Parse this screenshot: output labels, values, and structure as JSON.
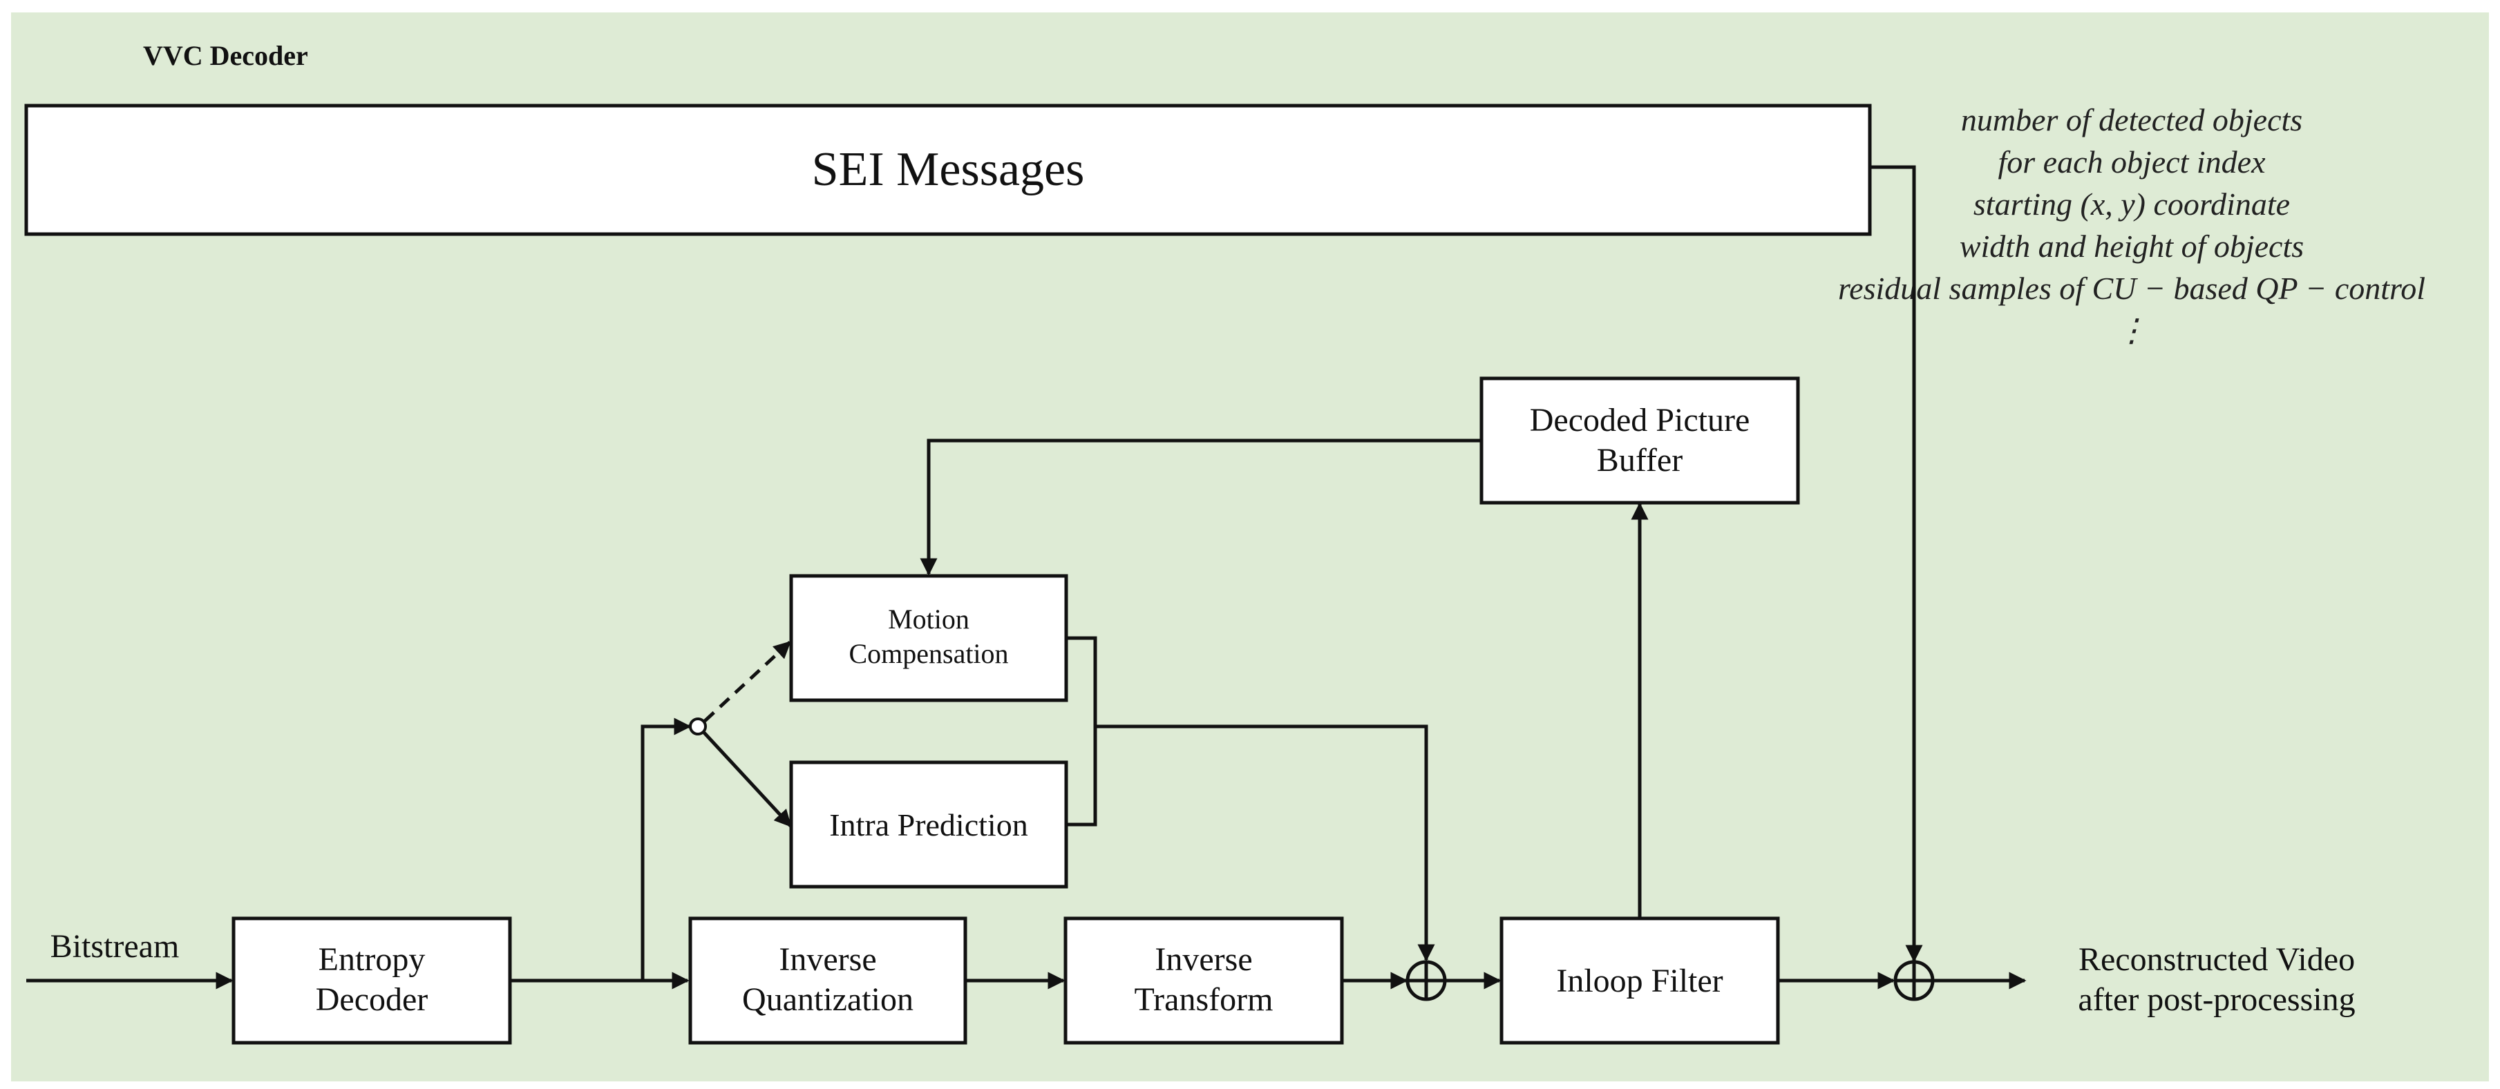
{
  "diagram": {
    "title": "VVC Decoder",
    "sei_box": "SEI Messages",
    "sei_notes": [
      "number of detected objects",
      "for each object index",
      "starting (x, y) coordinate",
      "width and height of objects",
      "residual samples of CU − based QP − control",
      "⋮"
    ],
    "input_label": "Bitstream",
    "output_label_line1": "Reconstructed Video",
    "output_label_line2": "after post-processing",
    "blocks": {
      "entropy_decoder": [
        "Entropy",
        "Decoder"
      ],
      "inverse_quantization": [
        "Inverse",
        "Quantization"
      ],
      "inverse_transform": [
        "Inverse",
        "Transform"
      ],
      "inloop_filter": "Inloop Filter",
      "decoded_picture_buffer": [
        "Decoded Picture",
        "Buffer"
      ],
      "motion_compensation": [
        "Motion",
        "Compensation"
      ],
      "intra_prediction": "Intra Prediction"
    },
    "colors": {
      "background": "#deebd5",
      "box_fill": "#ffffff",
      "line": "#111111"
    }
  }
}
